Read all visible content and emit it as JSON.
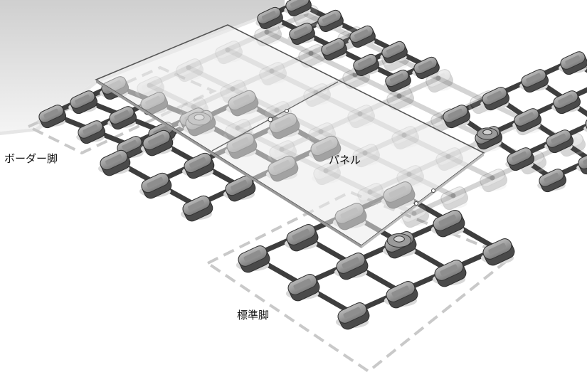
{
  "labels": {
    "border_leg": "ボーダー脚",
    "panel": "パネル",
    "standard_leg": "標準脚"
  }
}
